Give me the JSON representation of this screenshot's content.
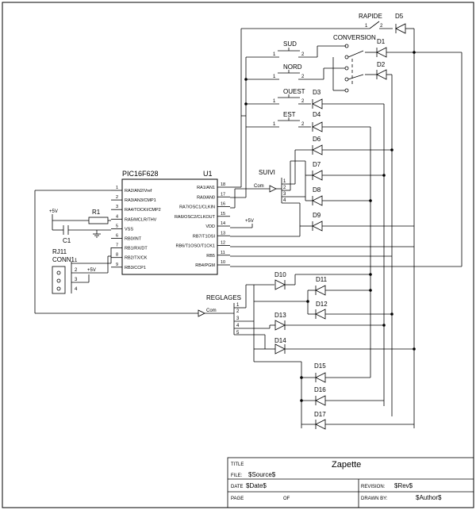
{
  "border": {
    "frame": true
  },
  "ic": {
    "part": "PIC16F628",
    "ref": "U1",
    "left_pins": [
      {
        "num": "1",
        "label": "RA2/AN2/Vref"
      },
      {
        "num": "2",
        "label": "RA3/AN3/CMP1"
      },
      {
        "num": "3",
        "label": "RA4/TOCKI/CMP2"
      },
      {
        "num": "4",
        "label": "RA5/MCLR/THV"
      },
      {
        "num": "5",
        "label": "VSS"
      },
      {
        "num": "6",
        "label": "RB0/INT"
      },
      {
        "num": "7",
        "label": "RB1/RX/DT"
      },
      {
        "num": "8",
        "label": "RB2/TX/CK"
      },
      {
        "num": "9",
        "label": "RB3/CCP1"
      }
    ],
    "right_pins": [
      {
        "num": "18",
        "label": "RA1/AN1"
      },
      {
        "num": "17",
        "label": "RA0/AN0"
      },
      {
        "num": "16",
        "label": "RA7/OSC1/CLKIN"
      },
      {
        "num": "15",
        "label": "RA6/OSC2/CLKOUT"
      },
      {
        "num": "14",
        "label": "VDD"
      },
      {
        "num": "13",
        "label": "RB7/T1OSI"
      },
      {
        "num": "12",
        "label": "RB6/T1OSO/T1CK1"
      },
      {
        "num": "11",
        "label": "RB5"
      },
      {
        "num": "10",
        "label": "RB4/PGM"
      }
    ]
  },
  "switches": {
    "rapide": "RAPIDE",
    "sud": "SUD",
    "nord": "NORD",
    "ouest": "OUEST",
    "est": "EST",
    "conversion": "CONVERSION",
    "pin1": "1",
    "pin2": "2"
  },
  "diodes": [
    "D1",
    "D2",
    "D3",
    "D4",
    "D5",
    "D6",
    "D7",
    "D8",
    "D9",
    "D10",
    "D11",
    "D12",
    "D13",
    "D14",
    "D15",
    "D16",
    "D17"
  ],
  "connectors": {
    "suivi": "SUIVI",
    "reglages": "REGLAGES",
    "com": "Com",
    "suivi_pins": [
      "1",
      "2",
      "3",
      "4"
    ],
    "reglages_pins": [
      "1",
      "2",
      "3",
      "4",
      "5"
    ],
    "rj11": "RJ11",
    "conn1": "CONN1",
    "rj_pins": [
      "1",
      "2",
      "3",
      "4"
    ]
  },
  "power": {
    "plus5v": "+5V"
  },
  "resistor": "R1",
  "capacitor": "C1",
  "title_block": {
    "title_label": "TITLE",
    "title": "Zapette",
    "file_label": "FILE:",
    "file": "$Source$",
    "date_label": "DATE",
    "date": "$Date$",
    "revision_label": "REVISION:",
    "revision": "$Rev$",
    "page_label": "PAGE",
    "of_label": "OF",
    "drawn_label": "DRAWN BY:",
    "author": "$Author$"
  }
}
